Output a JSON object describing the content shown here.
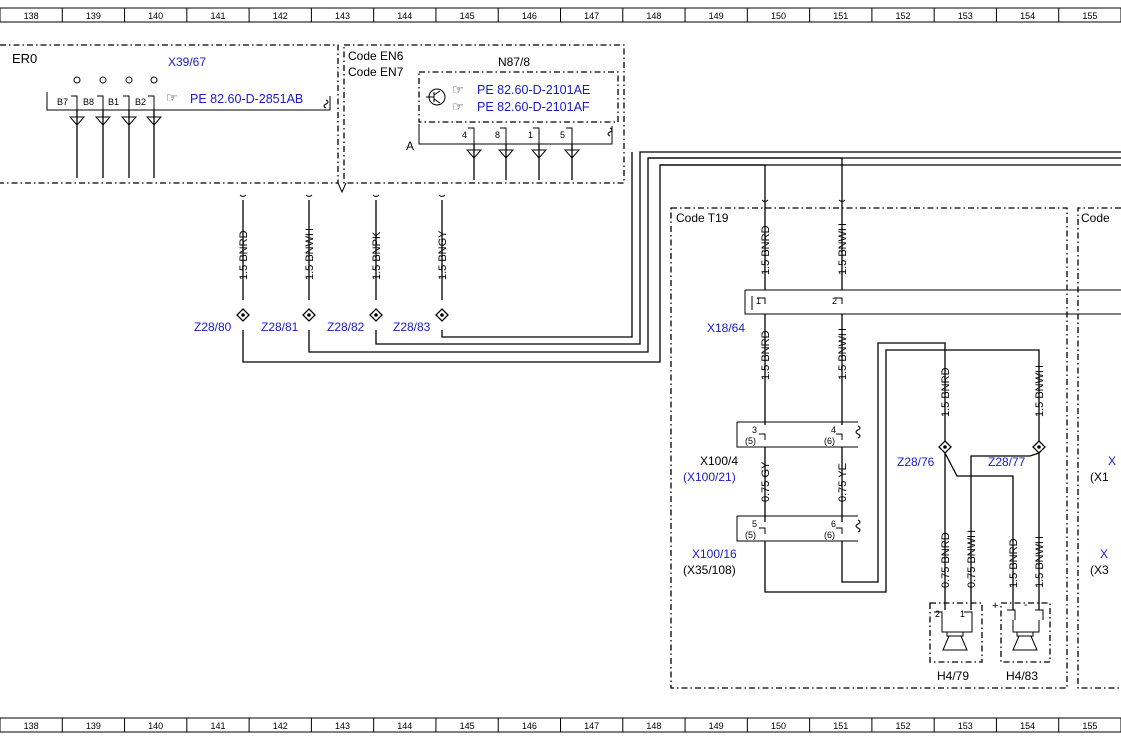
{
  "ruler": [
    "138",
    "139",
    "140",
    "141",
    "142",
    "143",
    "144",
    "145",
    "146",
    "147",
    "148",
    "149",
    "150",
    "151",
    "152",
    "153",
    "154",
    "155"
  ],
  "er0": {
    "title": "ER0",
    "connector": "X39/67",
    "pins": [
      "B7",
      "B8",
      "B1",
      "B2"
    ],
    "reference": "PE 82.60-D-2851AB"
  },
  "codes_box": {
    "code1": "Code EN6",
    "code2": "Code EN7",
    "module": "N87/8",
    "ref1": "PE 82.60-D-2101AE",
    "ref2": "PE 82.60-D-2101AF",
    "pin_label": "A",
    "pins": [
      "4",
      "8",
      "1",
      "5"
    ]
  },
  "splices": {
    "z80": "Z28/80",
    "z81": "Z28/81",
    "z82": "Z28/82",
    "z83": "Z28/83",
    "z76": "Z28/76",
    "z77": "Z28/77"
  },
  "wires": {
    "bnrd15": "1.5 BNRD",
    "bnwh15": "1.5 BNWH",
    "bnpk15": "1.5 BNPK",
    "bngy15": "1.5 BNGY",
    "gy075": "0.75 GY",
    "ye075": "0.75 YE",
    "bnrd075": "0.75 BNRD",
    "bnwh075": "0.75 BNWH"
  },
  "t19": {
    "code": "Code T19",
    "x18": "X18/64",
    "x18_pin1": "1",
    "x18_pin2": "2",
    "x100_4": "X100/4",
    "x100_21": "(X100/21)",
    "x100_16": "X100/16",
    "x35_108": "(X35/108)",
    "c1_pin3": "3",
    "c1_pin3b": "(5)",
    "c1_pin4": "4",
    "c1_pin4b": "(6)",
    "c2_pin5": "5",
    "c2_pin5b": "(5)",
    "c2_pin6": "6",
    "c2_pin6b": "(6)",
    "h479": "H4/79",
    "h483": "H4/83",
    "h479_pin2": "2",
    "h479_pin1": "1",
    "plus": "+",
    "minus": "-"
  },
  "right_edge": {
    "code": "Code",
    "x1": "X",
    "x1b": "(X1",
    "x2": "X",
    "x2b": "(X3"
  }
}
